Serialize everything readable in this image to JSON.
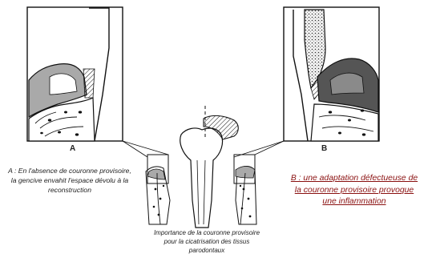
{
  "figure": {
    "panel_a_label": "A",
    "panel_b_label": "B",
    "caption_a": [
      "A : En l'absence de couronne provisoire,",
      "la gencive envahit l'espace dévolu à la",
      "reconstruction"
    ],
    "caption_b": [
      "B : une adaptation défectueuse de",
      "la couronne provisoire provoque",
      "une inflammation"
    ],
    "caption_main": [
      "Importance de la couronne provisoire",
      "pour la cicatrisation des tissus",
      "parodontaux"
    ],
    "colors": {
      "gum": "#a9a9a9",
      "gum_inflamed": "#555555",
      "outline": "#111111",
      "caption_b": "#8a1010"
    }
  }
}
